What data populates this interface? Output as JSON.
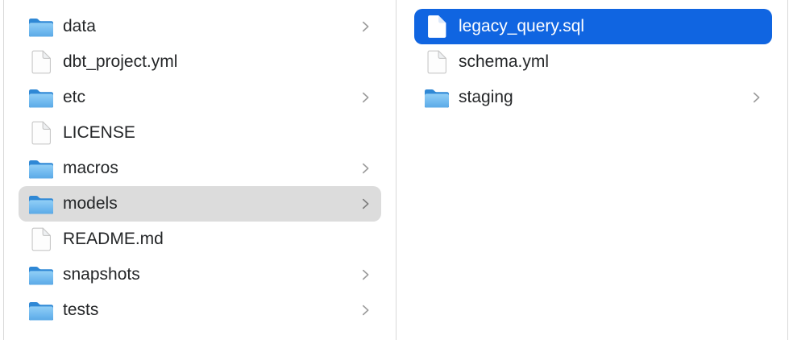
{
  "view": {
    "kind": "finder-column-browser",
    "colors": {
      "selection_blue": "#1065e1",
      "selection_gray": "#dcdcdc",
      "divider": "#d9d9d9",
      "text": "#242628",
      "text_selected": "#ffffff",
      "chevron_gray": "#9c9c9c",
      "folder_blue_dark": "#2f88d5",
      "folder_blue_light": "#8ecdf5"
    }
  },
  "columns": [
    {
      "id": "left",
      "items": [
        {
          "name": "data",
          "type": "folder",
          "has_chevron": true,
          "selected": false
        },
        {
          "name": "dbt_project.yml",
          "type": "file",
          "has_chevron": false,
          "selected": false
        },
        {
          "name": "etc",
          "type": "folder",
          "has_chevron": true,
          "selected": false
        },
        {
          "name": "LICENSE",
          "type": "file",
          "has_chevron": false,
          "selected": false
        },
        {
          "name": "macros",
          "type": "folder",
          "has_chevron": true,
          "selected": false
        },
        {
          "name": "models",
          "type": "folder",
          "has_chevron": true,
          "selected": true,
          "selection_style": "inactive-gray"
        },
        {
          "name": "README.md",
          "type": "file",
          "has_chevron": false,
          "selected": false
        },
        {
          "name": "snapshots",
          "type": "folder",
          "has_chevron": true,
          "selected": false
        },
        {
          "name": "tests",
          "type": "folder",
          "has_chevron": true,
          "selected": false
        }
      ]
    },
    {
      "id": "right",
      "items": [
        {
          "name": "legacy_query.sql",
          "type": "file",
          "has_chevron": false,
          "selected": true,
          "selection_style": "active-blue"
        },
        {
          "name": "schema.yml",
          "type": "file",
          "has_chevron": false,
          "selected": false
        },
        {
          "name": "staging",
          "type": "folder",
          "has_chevron": true,
          "selected": false
        }
      ]
    }
  ],
  "icons": {
    "folder": "folder-icon",
    "file": "document-icon",
    "chevron": "chevron-right-icon"
  }
}
